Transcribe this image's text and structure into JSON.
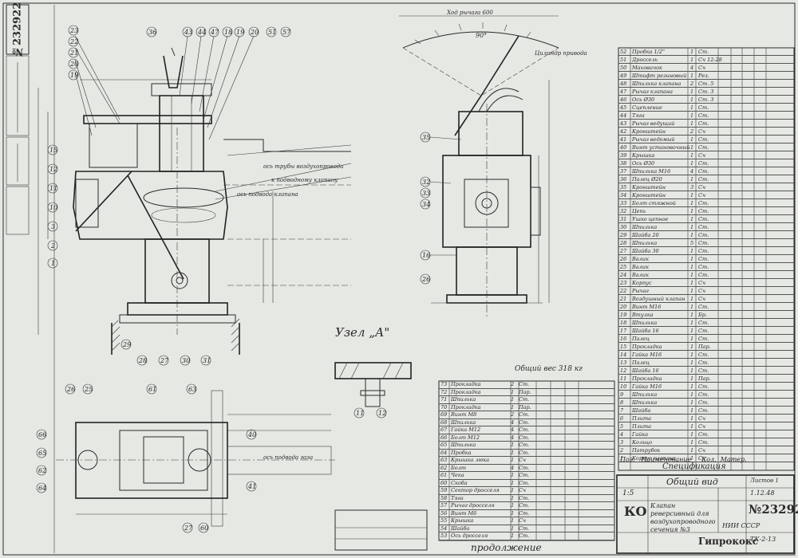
{
  "sheet": {
    "doc_number": "232922",
    "doc_number_prefix": "№",
    "node_label": "Узел „А\"",
    "total_weight_label": "Общий вес 318 кг",
    "spec_title": "Спецификация",
    "spec_header": {
      "col1": "Поз.",
      "col2": "Наименование",
      "col3": "Кол.",
      "col4": "Матер."
    },
    "title_block": {
      "drawing_name": "Общий вид",
      "scale": "1:5",
      "product_name": "Клапан реверсивный для воздухопроводного сечения №3",
      "ministry": "Гипрококс",
      "org": "НИИ СССР",
      "code_left": "КО",
      "date": "1.12.48",
      "sheet_note": "Листов 1",
      "code_right": "ТК-2-13"
    },
    "continuation": "продолжение",
    "annotations": {
      "air_inlet": "ось трубы воздухопровода",
      "to_valve": "к подводному клапану",
      "valve_axis": "ось подвода клапана",
      "gas_axis": "ось подвода газа",
      "dim_top": "Ход рычага 600",
      "angle": "90°",
      "cylinder": "Цилиндр привода"
    },
    "spec_rows_upper": [
      {
        "pos": "52",
        "name": "Пробка 1/2\"",
        "qty": "1",
        "mat": "Ст."
      },
      {
        "pos": "51",
        "name": "Дроссель",
        "qty": "1",
        "mat": "Сч 12-28"
      },
      {
        "pos": "50",
        "name": "Маховичок",
        "qty": "4",
        "mat": "Сч"
      },
      {
        "pos": "49",
        "name": "Штифт резиновый",
        "qty": "1",
        "mat": "Рез."
      },
      {
        "pos": "48",
        "name": "Шпилька клапана",
        "qty": "2",
        "mat": "Ст. 5"
      },
      {
        "pos": "47",
        "name": "Рычаг клапана",
        "qty": "1",
        "mat": "Ст. 3"
      },
      {
        "pos": "46",
        "name": "Ось Ø30",
        "qty": "1",
        "mat": "Ст. 3"
      },
      {
        "pos": "45",
        "name": "Сцепление",
        "qty": "1",
        "mat": "Ст."
      },
      {
        "pos": "44",
        "name": "Тяга",
        "qty": "1",
        "mat": "Ст."
      },
      {
        "pos": "43",
        "name": "Рычаг ведущий",
        "qty": "1",
        "mat": "Ст."
      },
      {
        "pos": "42",
        "name": "Кронштейн",
        "qty": "2",
        "mat": "Сч"
      },
      {
        "pos": "41",
        "name": "Рычаг ведомый",
        "qty": "1",
        "mat": "Ст."
      },
      {
        "pos": "40",
        "name": "Винт установочный",
        "qty": "1",
        "mat": "Ст."
      },
      {
        "pos": "39",
        "name": "Крышка",
        "qty": "1",
        "mat": "Сч"
      },
      {
        "pos": "38",
        "name": "Ось Ø30",
        "qty": "1",
        "mat": "Ст."
      },
      {
        "pos": "37",
        "name": "Шпилька М16",
        "qty": "4",
        "mat": "Ст."
      },
      {
        "pos": "36",
        "name": "Палец Ø20",
        "qty": "1",
        "mat": "Ст."
      },
      {
        "pos": "35",
        "name": "Кронштейн",
        "qty": "3",
        "mat": "Сч"
      },
      {
        "pos": "34",
        "name": "Кронштейн",
        "qty": "1",
        "mat": "Сч"
      },
      {
        "pos": "33",
        "name": "Болт стяжной",
        "qty": "1",
        "mat": "Ст."
      },
      {
        "pos": "32",
        "name": "Цепь",
        "qty": "1",
        "mat": "Ст."
      },
      {
        "pos": "31",
        "name": "Ушко цепное",
        "qty": "1",
        "mat": "Ст."
      },
      {
        "pos": "30",
        "name": "Шпилька",
        "qty": "1",
        "mat": "Ст."
      },
      {
        "pos": "29",
        "name": "Шайба 20",
        "qty": "1",
        "mat": "Ст."
      },
      {
        "pos": "28",
        "name": "Шпилька",
        "qty": "5",
        "mat": "Ст."
      },
      {
        "pos": "27",
        "name": "Шайба 30",
        "qty": "1",
        "mat": "Ст."
      },
      {
        "pos": "26",
        "name": "Валик",
        "qty": "1",
        "mat": "Ст."
      },
      {
        "pos": "25",
        "name": "Валик",
        "qty": "1",
        "mat": "Ст."
      },
      {
        "pos": "24",
        "name": "Валик",
        "qty": "1",
        "mat": "Ст."
      },
      {
        "pos": "23",
        "name": "Корпус",
        "qty": "1",
        "mat": "Сч"
      },
      {
        "pos": "22",
        "name": "Рычаг",
        "qty": "1",
        "mat": "Сч"
      },
      {
        "pos": "21",
        "name": "Воздушный клапан",
        "qty": "1",
        "mat": "Сч"
      },
      {
        "pos": "20",
        "name": "Винт М16",
        "qty": "1",
        "mat": "Ст."
      },
      {
        "pos": "19",
        "name": "Втулка",
        "qty": "1",
        "mat": "Бр."
      },
      {
        "pos": "18",
        "name": "Шпилька",
        "qty": "1",
        "mat": "Ст."
      },
      {
        "pos": "17",
        "name": "Шайба 16",
        "qty": "1",
        "mat": "Ст."
      },
      {
        "pos": "16",
        "name": "Палец",
        "qty": "1",
        "mat": "Ст."
      },
      {
        "pos": "15",
        "name": "Прокладка",
        "qty": "1",
        "mat": "Пар."
      },
      {
        "pos": "14",
        "name": "Гайка М16",
        "qty": "1",
        "mat": "Ст."
      },
      {
        "pos": "13",
        "name": "Палец",
        "qty": "1",
        "mat": "Ст."
      },
      {
        "pos": "12",
        "name": "Шайба 16",
        "qty": "1",
        "mat": "Ст."
      },
      {
        "pos": "11",
        "name": "Прокладка",
        "qty": "1",
        "mat": "Пар."
      },
      {
        "pos": "10",
        "name": "Гайка М16",
        "qty": "1",
        "mat": "Ст."
      },
      {
        "pos": "9",
        "name": "Шпилька",
        "qty": "1",
        "mat": "Ст."
      },
      {
        "pos": "8",
        "name": "Шпилька",
        "qty": "1",
        "mat": "Ст."
      },
      {
        "pos": "7",
        "name": "Шайба",
        "qty": "1",
        "mat": "Ст."
      },
      {
        "pos": "6",
        "name": "Плита",
        "qty": "1",
        "mat": "Сч"
      },
      {
        "pos": "5",
        "name": "Плита",
        "qty": "1",
        "mat": "Сч"
      },
      {
        "pos": "4",
        "name": "Гайка",
        "qty": "1",
        "mat": "Ст."
      },
      {
        "pos": "3",
        "name": "Кольцо",
        "qty": "1",
        "mat": "Ст."
      },
      {
        "pos": "2",
        "name": "Патрубок",
        "qty": "1",
        "mat": "Сч"
      },
      {
        "pos": "1",
        "name": "Корпус клапана",
        "qty": "1",
        "mat": "Сч"
      }
    ],
    "spec_rows_lower": [
      {
        "pos": "73",
        "name": "Прокладка",
        "qty": "2",
        "mat": "Ст."
      },
      {
        "pos": "72",
        "name": "Прокладка",
        "qty": "1",
        "mat": "Пар."
      },
      {
        "pos": "71",
        "name": "Шпилька",
        "qty": "1",
        "mat": "Ст."
      },
      {
        "pos": "70",
        "name": "Прокладка",
        "qty": "1",
        "mat": "Пар."
      },
      {
        "pos": "69",
        "name": "Винт М8",
        "qty": "2",
        "mat": "Ст."
      },
      {
        "pos": "68",
        "name": "Шпилька",
        "qty": "4",
        "mat": "Ст."
      },
      {
        "pos": "67",
        "name": "Гайка М12",
        "qty": "4",
        "mat": "Ст."
      },
      {
        "pos": "66",
        "name": "Болт М12",
        "qty": "4",
        "mat": "Ст."
      },
      {
        "pos": "65",
        "name": "Шпилька",
        "qty": "1",
        "mat": "Ст."
      },
      {
        "pos": "64",
        "name": "Пробка",
        "qty": "1",
        "mat": "Ст."
      },
      {
        "pos": "63",
        "name": "Крышка люка",
        "qty": "1",
        "mat": "Сч"
      },
      {
        "pos": "62",
        "name": "Болт",
        "qty": "4",
        "mat": "Ст."
      },
      {
        "pos": "61",
        "name": "Чека",
        "qty": "1",
        "mat": "Ст."
      },
      {
        "pos": "60",
        "name": "Скоба",
        "qty": "1",
        "mat": "Ст."
      },
      {
        "pos": "59",
        "name": "Сектор дросселя",
        "qty": "1",
        "mat": "Сч"
      },
      {
        "pos": "58",
        "name": "Тяга",
        "qty": "1",
        "mat": "Ст."
      },
      {
        "pos": "57",
        "name": "Рычаг дросселя",
        "qty": "1",
        "mat": "Ст."
      },
      {
        "pos": "56",
        "name": "Винт М6",
        "qty": "1",
        "mat": "Ст."
      },
      {
        "pos": "55",
        "name": "Крышка",
        "qty": "1",
        "mat": "Сч"
      },
      {
        "pos": "54",
        "name": "Шайба",
        "qty": "1",
        "mat": "Ст."
      },
      {
        "pos": "53",
        "name": "Ось дросселя",
        "qty": "1",
        "mat": "Ст."
      }
    ]
  }
}
